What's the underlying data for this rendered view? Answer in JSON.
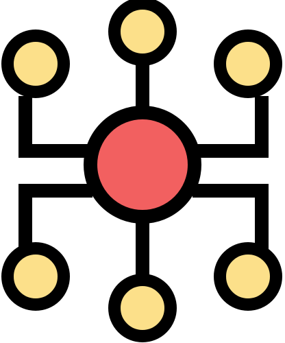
{
  "icon": {
    "name": "network-hub-icon",
    "colors": {
      "stroke": "#000000",
      "center_fill": "#F26060",
      "node_fill": "#FCE08A",
      "background": "#FFFFFF"
    },
    "nodes": [
      "top-center-node",
      "top-left-node",
      "top-right-node",
      "bottom-left-node",
      "bottom-center-node",
      "bottom-right-node"
    ]
  }
}
